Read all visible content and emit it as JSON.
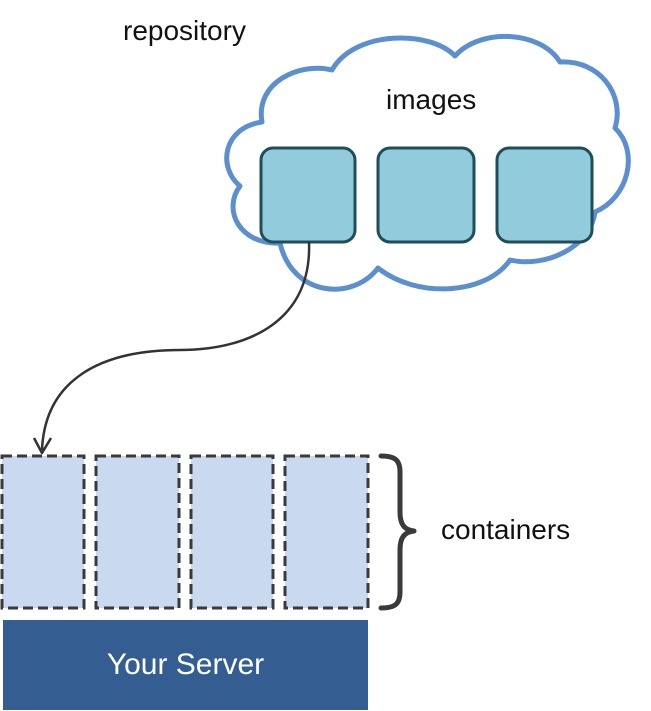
{
  "labels": {
    "repository": "repository",
    "images": "images",
    "containers": "containers",
    "server": "Your Server"
  },
  "colors": {
    "cloud_stroke": "#5b8fd0",
    "image_fill": "#92ccdc",
    "image_stroke": "#1f4e5a",
    "container_fill": "#c8d9f0",
    "container_stroke": "#3a3a3a",
    "server_fill": "#345e91",
    "server_text": "#ffffff",
    "arrow": "#333333"
  },
  "icons": [
    "cloud-shape",
    "curved-arrow",
    "curly-brace"
  ]
}
